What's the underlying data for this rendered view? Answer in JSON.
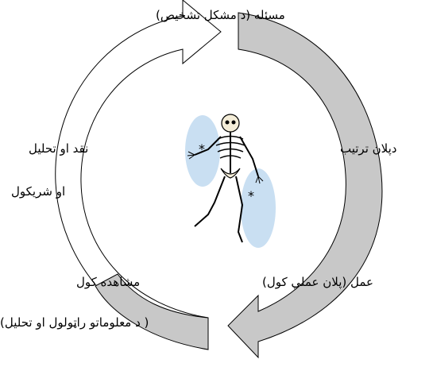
{
  "labels": {
    "problem": "مسئله (د مشکل تشخيص)",
    "plan": "دپلان ترتيب",
    "critique_line1": "نقد او تحليل",
    "critique_line2": "او شريکول",
    "action": "عمل (پلان عملي کول)",
    "observe_line1": "مشاهده کول",
    "observe_line2": "( د معلوماتو راټولول او تحليل)"
  },
  "colors": {
    "arrow_fill": "#c8c8c8",
    "arrow_outline": "#000000",
    "arrow_plain_fill": "#ffffff",
    "clipart_bg": "#bfd9f0"
  },
  "icons": {
    "center": "skeleton-clipart"
  }
}
